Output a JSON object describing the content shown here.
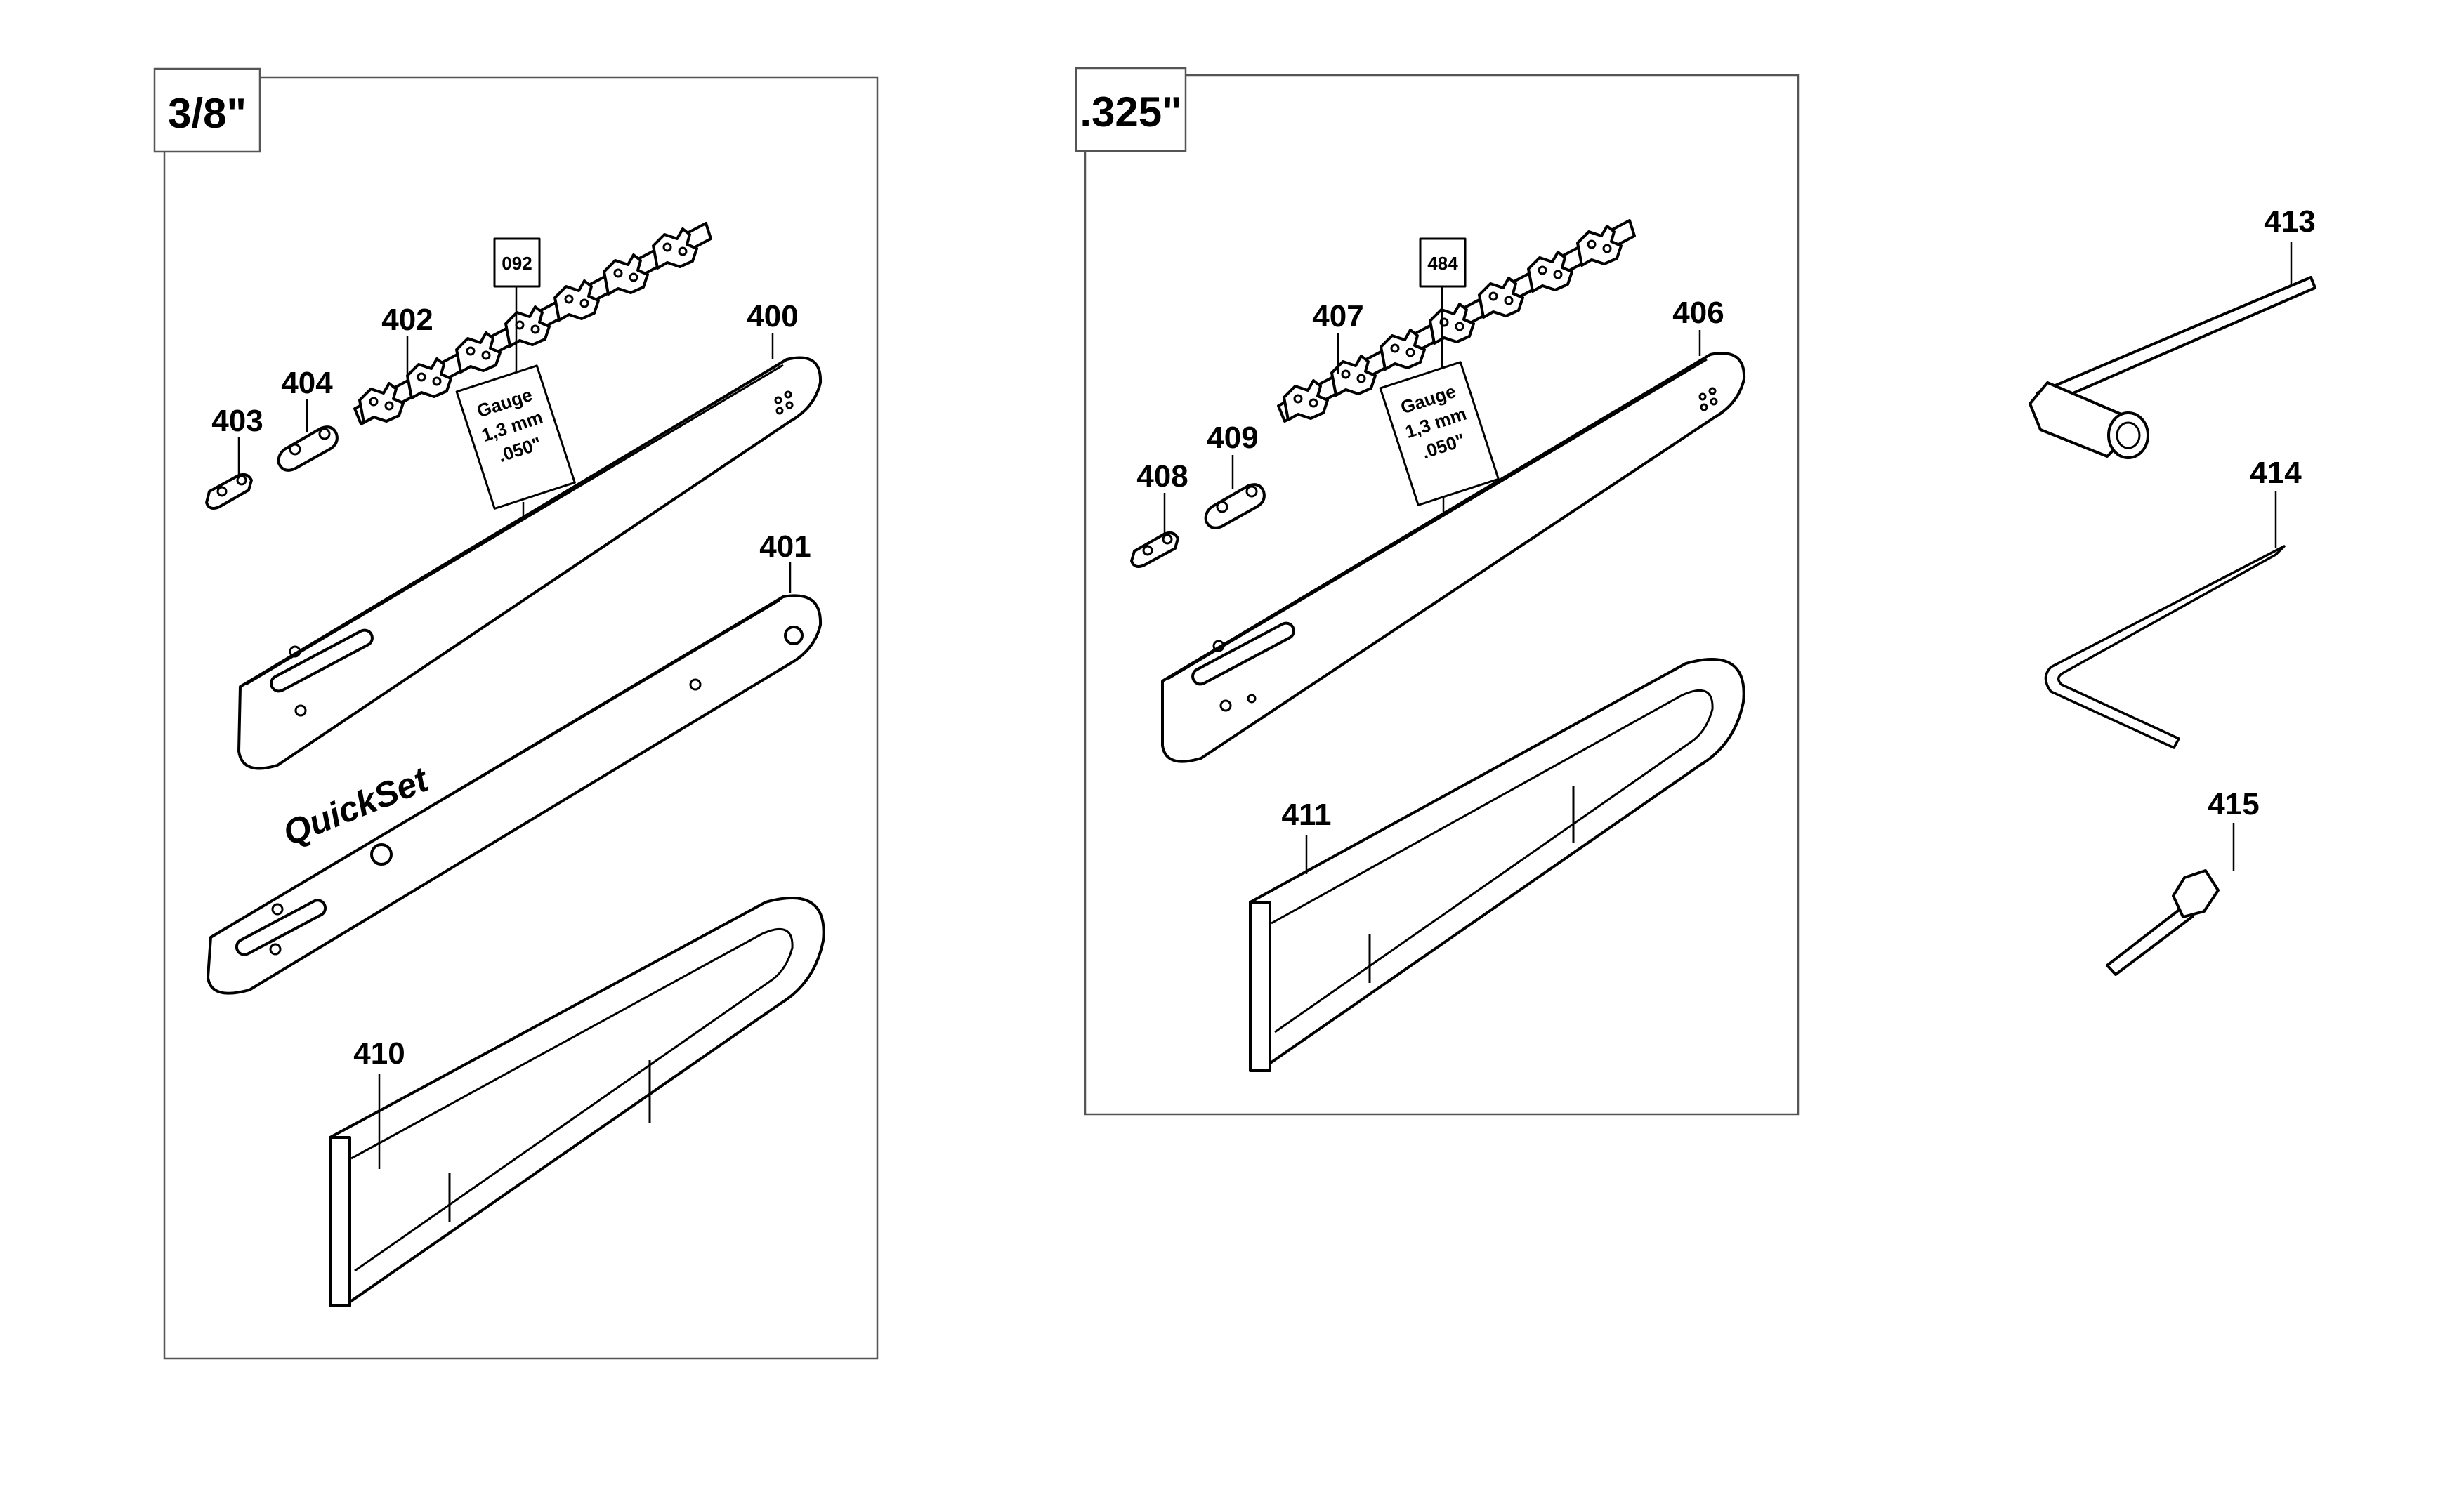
{
  "panel_left": {
    "title": "3/8\""
  },
  "panel_middle": {
    "title": ".325\""
  },
  "chain_left": {
    "code": "092",
    "gauge_line1": "Gauge",
    "gauge_line2": "1,3 mm",
    "gauge_line3": ".050\""
  },
  "chain_middle": {
    "code": "484",
    "gauge_line1": "Gauge",
    "gauge_line2": "1,3 mm",
    "gauge_line3": ".050\""
  },
  "bar_left_lower": {
    "brand": "QuickSet"
  },
  "callouts": {
    "c400": "400",
    "c401": "401",
    "c402": "402",
    "c403": "403",
    "c404": "404",
    "c406": "406",
    "c407": "407",
    "c408": "408",
    "c409": "409",
    "c410": "410",
    "c411": "411",
    "c413": "413",
    "c414": "414",
    "c415": "415"
  }
}
